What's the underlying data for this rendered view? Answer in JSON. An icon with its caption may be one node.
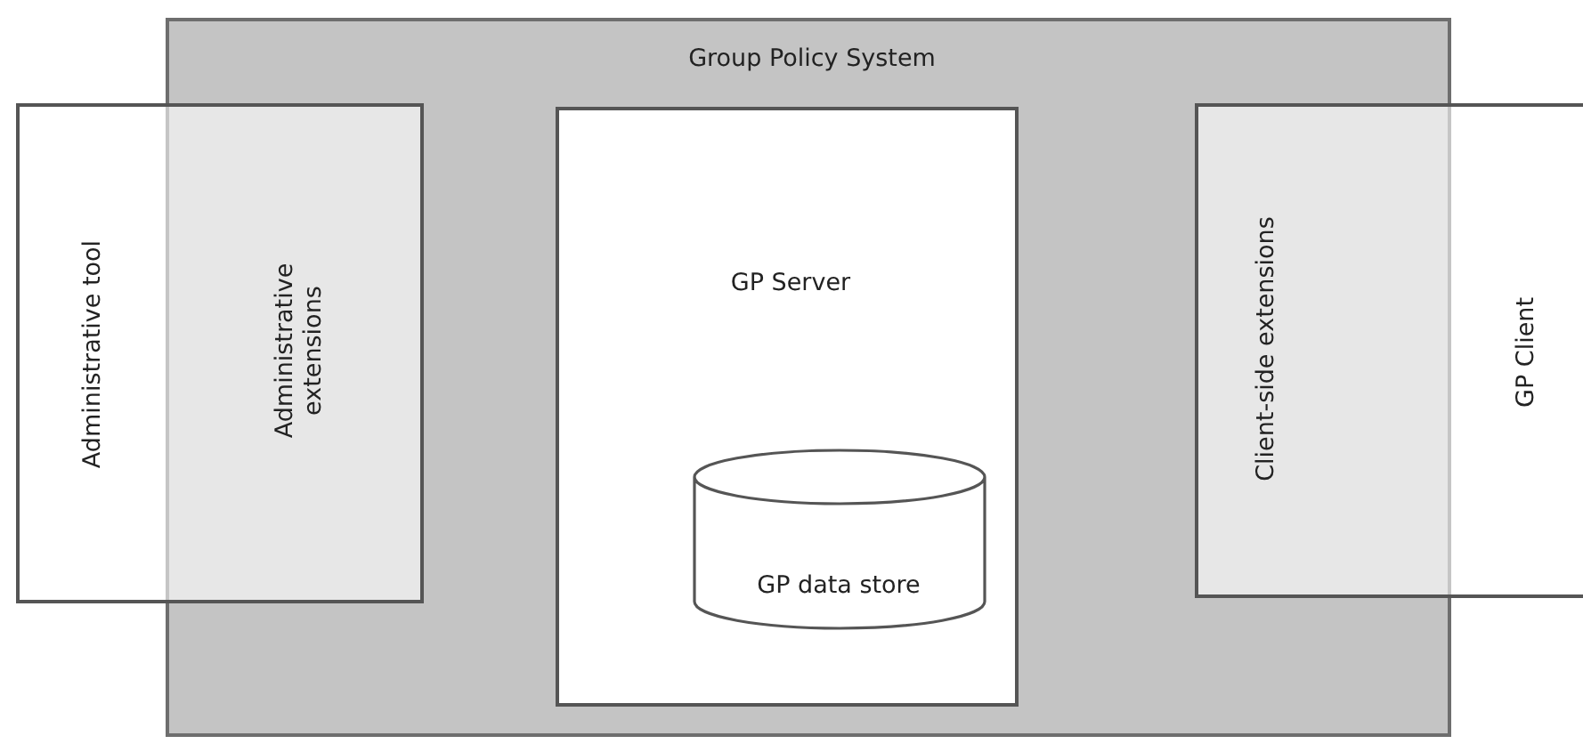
{
  "diagram": {
    "nodes": [
      {
        "text": [
          "Group Policy System"
        ]
      },
      {
        "text": [
          "Administrative tool"
        ]
      },
      {
        "text": [
          "Administrative extensions"
        ]
      },
      {
        "text": [
          "GP Server"
        ],
        "in": 0
      },
      {
        "text": [
          "GP data store"
        ],
        "in": 3
      },
      {
        "text": [
          "Client-side extensions"
        ]
      },
      {
        "text": [
          "GP Client"
        ]
      }
    ]
  }
}
